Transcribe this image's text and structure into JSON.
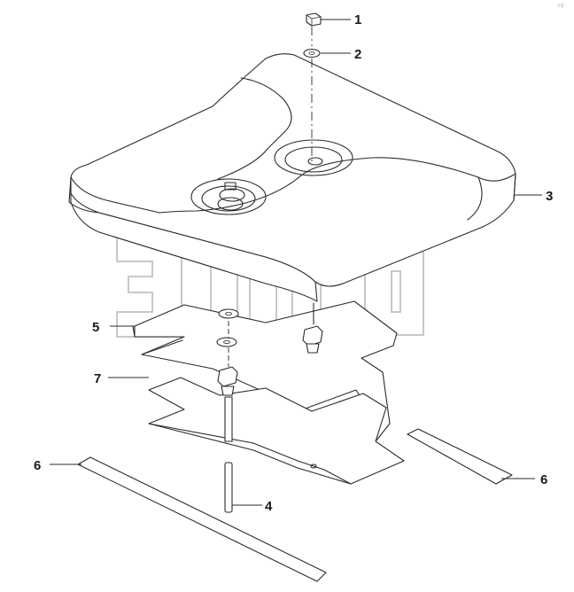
{
  "callouts": [
    "1",
    "2",
    "3",
    "4",
    "5",
    "6",
    "7",
    "6"
  ],
  "watermark": {
    "trademark": "TM"
  },
  "corner_mark": "FF"
}
